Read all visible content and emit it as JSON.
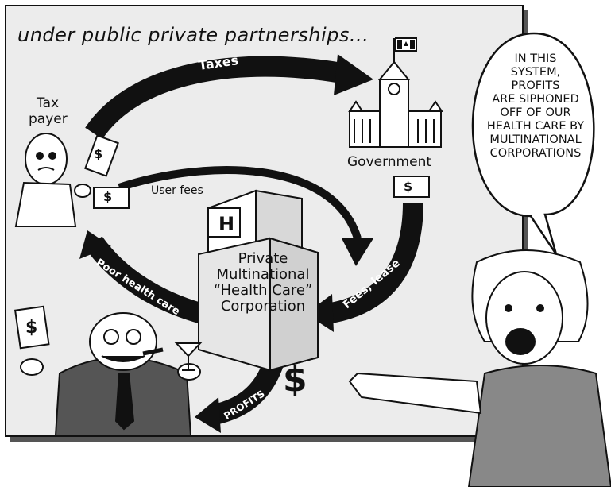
{
  "title": "under public private partnerships...",
  "labels": {
    "taxpayer_line1": "Tax",
    "taxpayer_line2": "payer",
    "government": "Government",
    "user_fees": "User fees"
  },
  "arrows": {
    "taxes": "Taxes",
    "fees_lease": "Fees, lease",
    "poor_health_care": "Poor health care",
    "profits": "PROFITS"
  },
  "corporation": {
    "line1": "Private",
    "line2": "Multinational",
    "line3": "“Health Care”",
    "line4": "Corporation"
  },
  "building_letter": "H",
  "dollar_sign": "$",
  "speech_bubble": {
    "line1": "IN THIS",
    "line2": "SYSTEM,",
    "line3": "PROFITS",
    "line4": "ARE SIPHONED",
    "line5": "OFF OF OUR",
    "line6": "HEALTH CARE BY",
    "line7": "MULTINATIONAL",
    "line8": "CORPORATIONS"
  }
}
